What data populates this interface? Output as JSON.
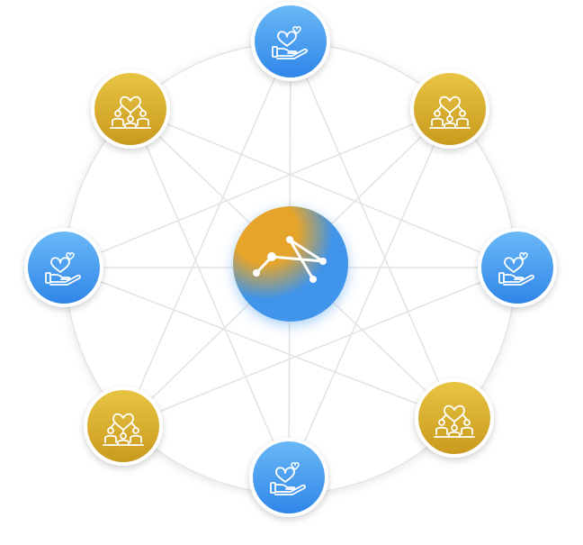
{
  "diagram": {
    "hub": {
      "icon": "network-logo-icon",
      "colors": {
        "warm": "#e5a52c",
        "cool": "#3f94ea",
        "glow": "#5aa7f1"
      }
    },
    "ring": {
      "fill": "#ffffff",
      "stroke": "#e4e4e4"
    },
    "nodes": [
      {
        "id": "top",
        "kind": "blue",
        "icon": "hand-heart-icon"
      },
      {
        "id": "top-right",
        "kind": "gold",
        "icon": "community-heart-icon"
      },
      {
        "id": "right",
        "kind": "blue",
        "icon": "hand-heart-icon"
      },
      {
        "id": "bottom-right",
        "kind": "gold",
        "icon": "community-heart-icon"
      },
      {
        "id": "bottom",
        "kind": "blue",
        "icon": "hand-heart-icon"
      },
      {
        "id": "bottom-left",
        "kind": "gold",
        "icon": "community-heart-icon"
      },
      {
        "id": "left",
        "kind": "blue",
        "icon": "hand-heart-icon"
      },
      {
        "id": "top-left",
        "kind": "gold",
        "icon": "community-heart-icon"
      }
    ],
    "connections": [
      [
        "top",
        "bottom-left"
      ],
      [
        "top",
        "bottom-right"
      ],
      [
        "top",
        "bottom"
      ],
      [
        "bottom",
        "top-left"
      ],
      [
        "bottom",
        "top-right"
      ],
      [
        "left",
        "top-right"
      ],
      [
        "left",
        "bottom-right"
      ],
      [
        "left",
        "right"
      ],
      [
        "right",
        "top-left"
      ],
      [
        "right",
        "bottom-left"
      ],
      [
        "top-left",
        "bottom-right"
      ],
      [
        "top-right",
        "bottom-left"
      ]
    ],
    "palette": {
      "blue": {
        "light": "#6ab8f6",
        "dark": "#2f86e8"
      },
      "gold": {
        "light": "#e8c443",
        "dark": "#c99a1e"
      },
      "line": "#e3e3e3",
      "icon_stroke": "#ffffff"
    }
  }
}
